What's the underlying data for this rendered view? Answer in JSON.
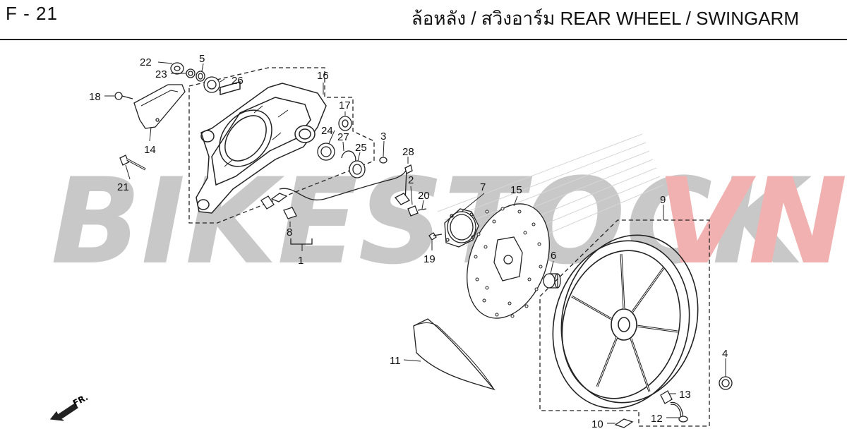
{
  "header": {
    "page_code": "F - 21",
    "title": "ล้อหลัง / สวิงอาร์ม  REAR WHEEL / SWINGARM"
  },
  "watermark": {
    "text_gray": "BIKESTOCK",
    "text_red": "VN",
    "color_gray": "#c8c8c8",
    "color_red": "#f2b1b1"
  },
  "direction_marker": {
    "label": "FR."
  },
  "callouts": {
    "c1": "1",
    "c2": "2",
    "c3": "3",
    "c4": "4",
    "c5": "5",
    "c6": "6",
    "c7": "7",
    "c8": "8",
    "c9": "9",
    "c10": "10",
    "c11": "11",
    "c12": "12",
    "c13": "13",
    "c14": "14",
    "c15": "15",
    "c16": "16",
    "c17": "17",
    "c18": "18",
    "c19": "19",
    "c20": "20",
    "c21": "21",
    "c22": "22",
    "c23": "23",
    "c24": "24",
    "c25": "25",
    "c26": "26",
    "c27": "27",
    "c28": "28"
  },
  "colors": {
    "line": "#222222",
    "part_fill": "#ffffff",
    "shade": "#dcdcdc"
  }
}
